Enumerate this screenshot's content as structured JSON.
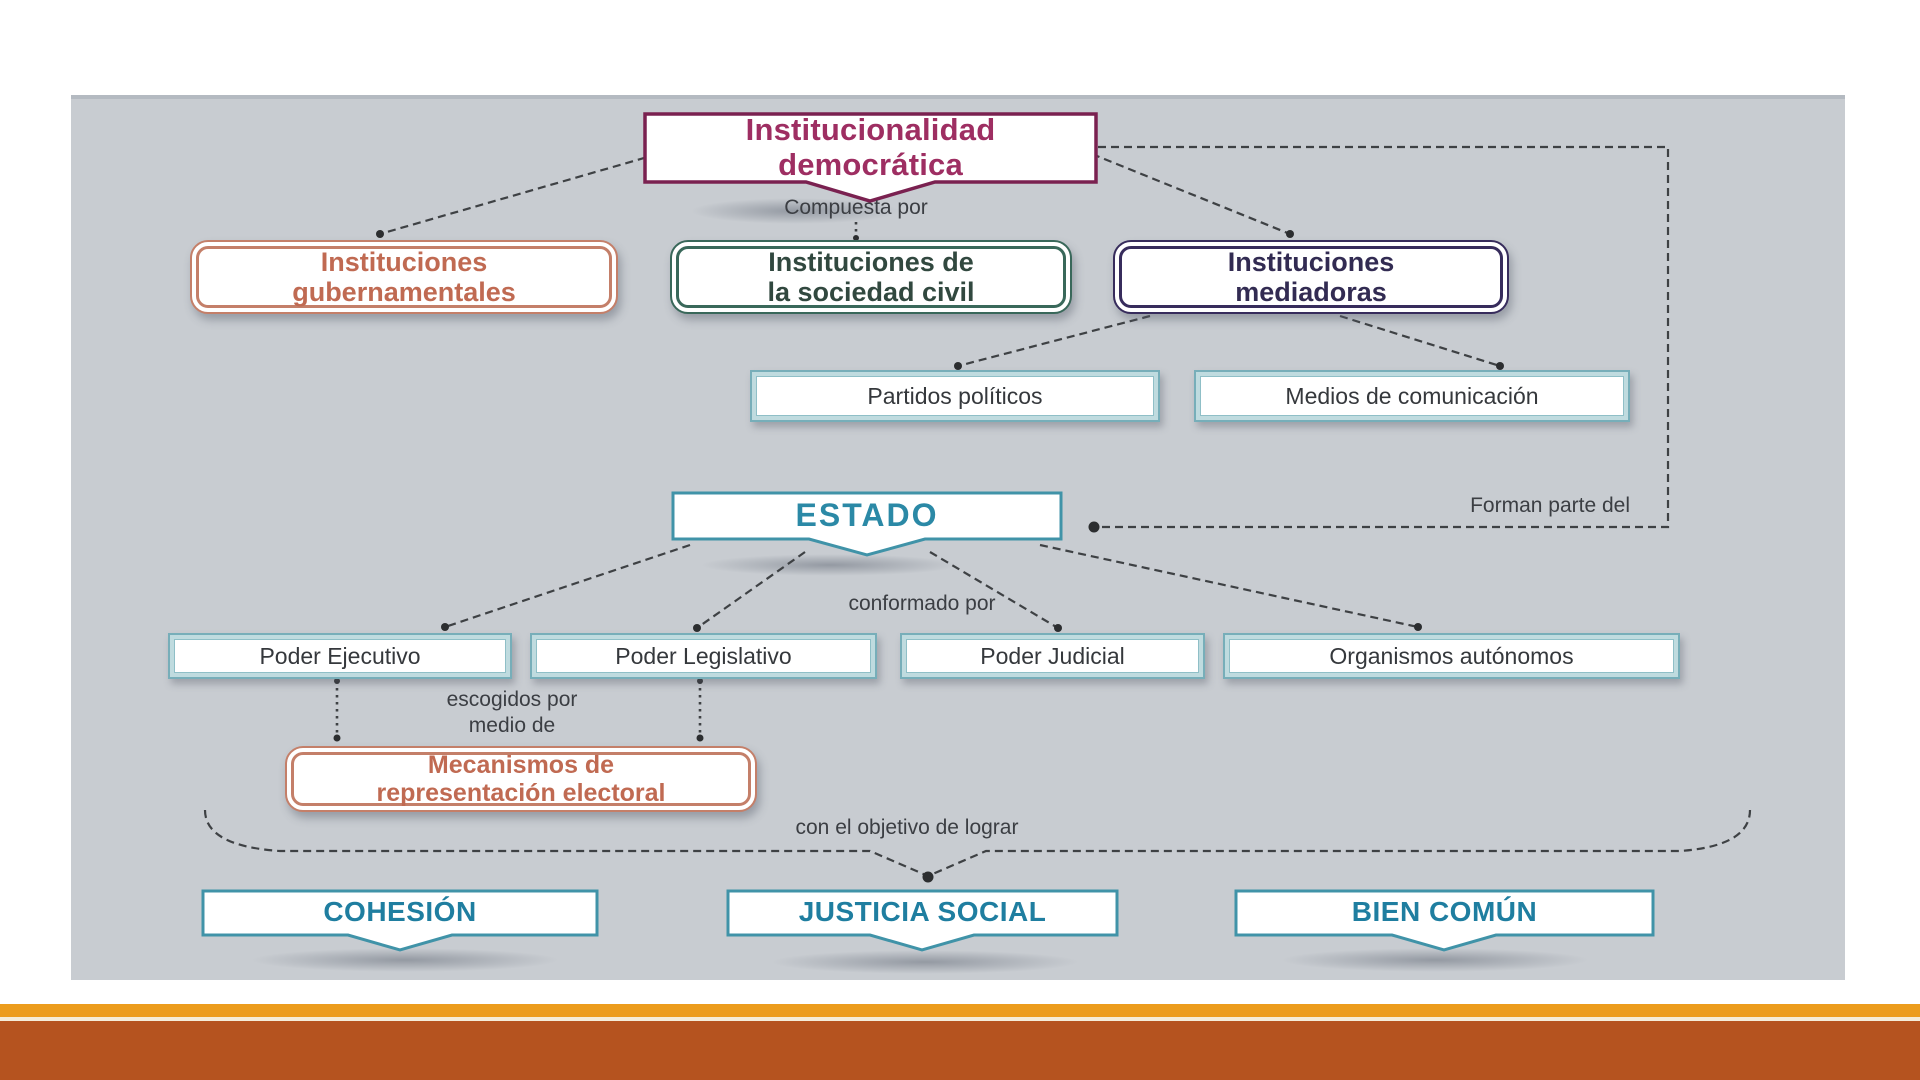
{
  "slide": {
    "bg_color": "#c8ccd1",
    "footer_accent_color": "#ec9c1d",
    "footer_bar_color": "#b5531f"
  },
  "palette": {
    "connector_color": "#3e4144",
    "teal_box_border": "#77aeb9",
    "teal_box_text": "#35383c",
    "label_text": "#3b3e43"
  },
  "diagram": {
    "root": {
      "line1": "Institucionalidad",
      "line2": "democrática",
      "text_color": "#9e2e62",
      "border_color": "#7a2150"
    },
    "labels": {
      "compuesta_por": "Compuesta por",
      "forman_parte_del": "Forman parte del",
      "conformado_por": "conformado por",
      "escogidos_line1": "escogidos por",
      "escogidos_line2": "medio de",
      "objetivo": "con el objetivo de lograr"
    },
    "institutions": [
      {
        "line1": "Instituciones",
        "line2": "gubernamentales",
        "border_color": "#c47f69",
        "text_color": "#c06a52"
      },
      {
        "line1": "Instituciones de",
        "line2": "la sociedad civil",
        "border_color": "#39685a",
        "text_color": "#31483f"
      },
      {
        "line1": "Instituciones",
        "line2": "mediadoras",
        "border_color": "#372c5c",
        "text_color": "#322b52"
      }
    ],
    "mediator_children": [
      {
        "label": "Partidos políticos"
      },
      {
        "label": "Medios de comunicación"
      }
    ],
    "estado": {
      "label": "ESTADO",
      "text_color": "#2b89a6",
      "border_color": "#4093a8"
    },
    "powers": [
      {
        "label": "Poder Ejecutivo"
      },
      {
        "label": "Poder Legislativo"
      },
      {
        "label": "Poder Judicial"
      },
      {
        "label": "Organismos autónomos"
      }
    ],
    "mecanismos": {
      "line1": "Mecanismos de",
      "line2": "representación electoral",
      "border_color": "#c47f69",
      "text_color": "#c06a52"
    },
    "goals": [
      {
        "label": "COHESIÓN"
      },
      {
        "label": "JUSTICIA SOCIAL"
      },
      {
        "label": "BIEN COMÚN"
      }
    ],
    "goal_text_color": "#1f7ea0",
    "goal_border_color": "#4093a8"
  }
}
